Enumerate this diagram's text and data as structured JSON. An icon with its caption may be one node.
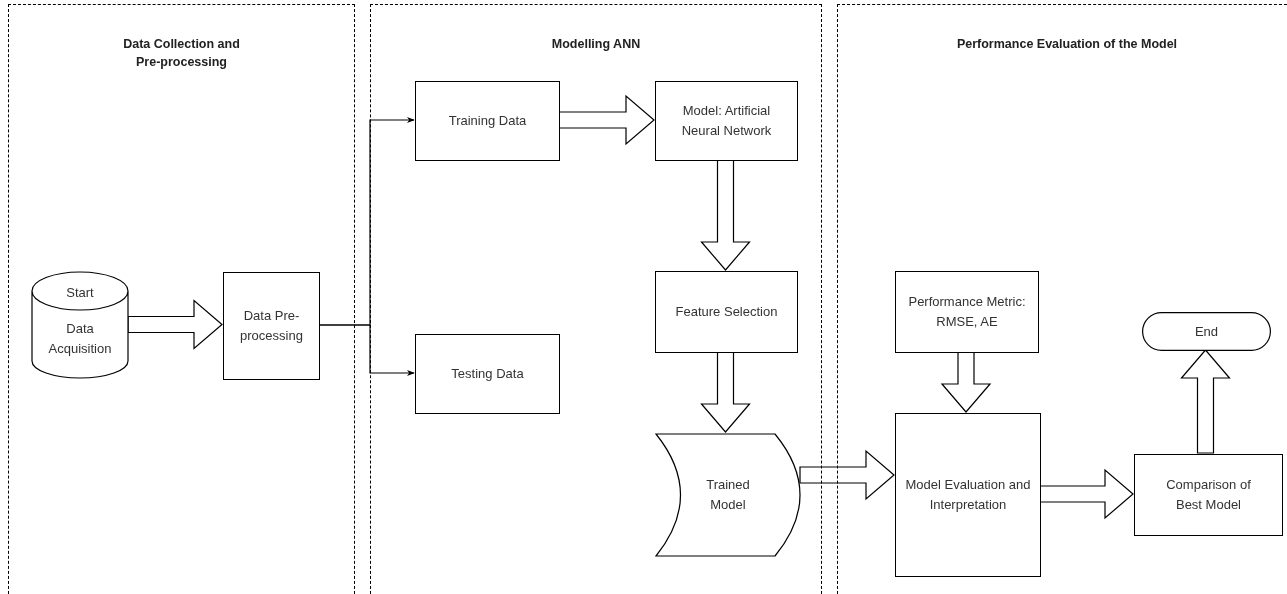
{
  "diagram": {
    "nodes": [
      {
        "text": [
          "Data Collection and Pre-processing"
        ]
      },
      {
        "text": [
          "Modelling ANN"
        ]
      },
      {
        "text": [
          "Performance Evaluation of the Model"
        ]
      },
      {
        "text": [
          "Start",
          "Data Acquisition"
        ],
        "in": 0
      },
      {
        "text": [
          "Data Pre-processing"
        ],
        "in": 0
      },
      {
        "text": [
          "Training Data"
        ],
        "in": 1
      },
      {
        "text": [
          "Testing Data"
        ],
        "in": 1
      },
      {
        "text": [
          "Model: Artificial Neural Network"
        ],
        "in": 1
      },
      {
        "text": [
          "Feature Selection"
        ],
        "in": 1
      },
      {
        "text": [
          "Trained Model"
        ],
        "in": 1
      },
      {
        "text": [
          "Performance Metric: RMSE, AE"
        ],
        "in": 2
      },
      {
        "text": [
          "Model Evaluation and Interpretation"
        ],
        "in": 2
      },
      {
        "text": [
          "Comparison of Best Model"
        ],
        "in": 2
      },
      {
        "text": [
          "End"
        ],
        "in": 2
      }
    ],
    "edges": [
      {
        "from": 3,
        "to": 4,
        "arrow": "to",
        "style": "thick"
      },
      {
        "from": 4,
        "to": 5,
        "arrow": "to"
      },
      {
        "from": 4,
        "to": 6,
        "arrow": "to"
      },
      {
        "from": 5,
        "to": 7,
        "arrow": "to",
        "style": "thick"
      },
      {
        "from": 7,
        "to": 8,
        "arrow": "to",
        "style": "thick"
      },
      {
        "from": 8,
        "to": 9,
        "arrow": "to",
        "style": "thick"
      },
      {
        "from": 9,
        "to": 11,
        "arrow": "to",
        "style": "thick"
      },
      {
        "from": 10,
        "to": 11,
        "arrow": "to",
        "style": "thick"
      },
      {
        "from": 11,
        "to": 12,
        "arrow": "to",
        "style": "thick"
      },
      {
        "from": 12,
        "to": 13,
        "arrow": "to",
        "style": "thick"
      }
    ]
  }
}
